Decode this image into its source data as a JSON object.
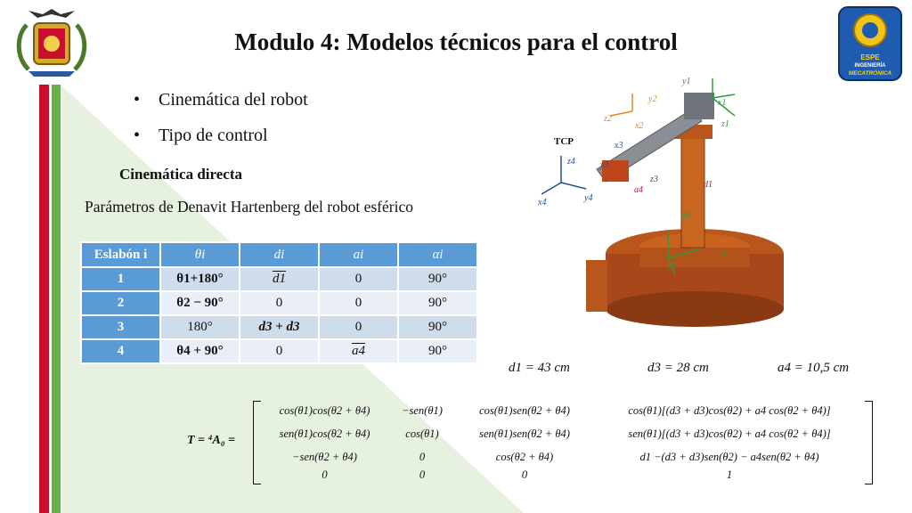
{
  "title": "Modulo 4: Modelos técnicos para el control",
  "bullets": [
    "Cinemática del robot",
    "Tipo de control"
  ],
  "subtitle": "Cinemática directa",
  "table_caption": "Parámetros de Denavit Hartenberg del robot esférico",
  "logo_right": {
    "line1": "ESPE",
    "line2": "INGENIERÍA",
    "line3": "MECATRÓNICA"
  },
  "robot_labels": {
    "tcp": "TCP",
    "y1": "y1",
    "x1": "x1",
    "z1": "z1",
    "y2": "y2",
    "z2": "z2",
    "x2": "x2",
    "z4": "z4",
    "x3": "x3",
    "y3": "y3",
    "z3": "z3",
    "a4": "a4",
    "d1": "d1",
    "x4": "x4",
    "y4": "y4",
    "z0": "z0",
    "y0": "y0",
    "x0": "x0"
  },
  "table": {
    "headers": [
      "Eslabón i",
      "θi",
      "di",
      "ai",
      "αi"
    ],
    "rows": [
      [
        "1",
        "θ1+180°",
        "d1",
        "0",
        "90°"
      ],
      [
        "2",
        "θ2 − 90°",
        "0",
        "0",
        "90°"
      ],
      [
        "3",
        "180°",
        "d3 + d3",
        "0",
        "90°"
      ],
      [
        "4",
        "θ4 + 90°",
        "0",
        "a4",
        "90°"
      ]
    ]
  },
  "params": [
    "d1 = 43 cm",
    "d3 = 28 cm",
    "a4 = 10,5 cm"
  ],
  "matrix": {
    "label": "T = ⁴A₀ =",
    "rows": [
      [
        "cos(θ1)cos(θ2 + θ4)",
        "−sen(θ1)",
        "cos(θ1)sen(θ2 + θ4)",
        "cos(θ1)[(d3 + d3)cos(θ2) + a4 cos(θ2 + θ4)]"
      ],
      [
        "sen(θ1)cos(θ2 + θ4)",
        "cos(θ1)",
        "sen(θ1)sen(θ2 + θ4)",
        "sen(θ1)[(d3 + d3)cos(θ2) + a4 cos(θ2 + θ4)]"
      ],
      [
        "−sen(θ2 + θ4)",
        "0",
        "cos(θ2 + θ4)",
        "d1 −(d3 + d3)sen(θ2) − a4sen(θ2 + θ4)"
      ],
      [
        "0",
        "0",
        "0",
        "1"
      ]
    ]
  }
}
